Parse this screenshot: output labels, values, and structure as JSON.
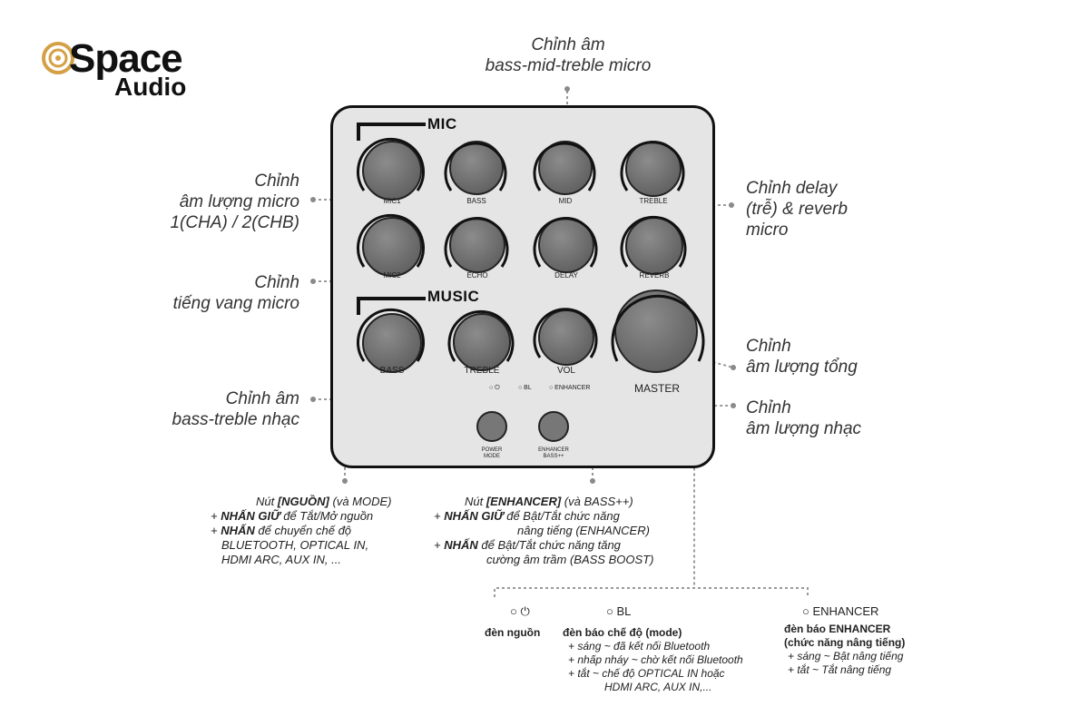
{
  "logo": {
    "brand_top": "Space",
    "brand_bottom": "Audio"
  },
  "panel": {
    "mic_title": "MIC",
    "music_title": "MUSIC",
    "knobs": {
      "mic1": "MIC1",
      "bass": "BASS",
      "mid": "MID",
      "treble": "TREBLE",
      "mic2": "MIC2",
      "echo": "ECHO",
      "delay": "DELAY",
      "reverb": "REVERB",
      "music_bass": "BASS",
      "music_treble": "TREBLE",
      "vol": "VOL",
      "master": "MASTER"
    },
    "leds": {
      "power": "○ ⏻",
      "bl": "○ BL",
      "enhancer": "○ ENHANCER"
    },
    "buttons": {
      "power_line1": "POWER",
      "power_line2": "MODE",
      "enh_line1": "ENHANCER",
      "enh_line2": "BASS++"
    }
  },
  "callouts": {
    "top_line1": "Chỉnh âm",
    "top_line2": "bass-mid-treble micro",
    "mic_vol_line1": "Chỉnh",
    "mic_vol_line2": "âm lượng micro",
    "mic_vol_line3": "1(CHA) / 2(CHB)",
    "echo_line1": "Chỉnh",
    "echo_line2": "tiếng vang micro",
    "delay_line1": "Chỉnh delay",
    "delay_line2": "(trễ) & reverb",
    "delay_line3": "micro",
    "master_line1": "Chỉnh",
    "master_line2": "âm lượng tổng",
    "music_bt_line1": "Chỉnh âm",
    "music_bt_line2": "bass-treble nhạc",
    "music_vol_line1": "Chỉnh",
    "music_vol_line2": "âm lượng nhạc"
  },
  "power_desc": {
    "title_a": "Nút ",
    "title_b": "[NGUỒN]",
    "title_c": " (và MODE)",
    "l1_a": "+ ",
    "l1_b": "NHẤN GIỮ",
    "l1_c": " để Tắt/Mở nguồn",
    "l2_a": "+ ",
    "l2_b": "NHẤN",
    "l2_c": " để chuyển chế độ",
    "l3": "BLUETOOTH, OPTICAL IN,",
    "l4": "HDMI ARC, AUX IN, ..."
  },
  "enh_desc": {
    "title_a": "Nút ",
    "title_b": "[ENHANCER]",
    "title_c": " (và BASS++)",
    "l1_a": "+ ",
    "l1_b": "NHẤN GIỮ",
    "l1_c": " để Bật/Tắt chức năng",
    "l2": "nâng tiếng (ENHANCER)",
    "l3_a": "+ ",
    "l3_b": "NHẤN",
    "l3_c": " để Bật/Tắt chức năng tăng",
    "l4": "cường âm trầm (BASS BOOST)"
  },
  "indicators": {
    "power_sym": "○ ⏻",
    "power_label": "đèn nguồn",
    "bl_sym": "○ BL",
    "bl_label": "đèn báo chế độ (mode)",
    "bl_1": "+ sáng ~ đã kết nối Bluetooth",
    "bl_2": "+ nhấp nháy ~ chờ kết nối Bluetooth",
    "bl_3": "+ tắt ~ chế độ OPTICAL IN hoặc",
    "bl_4": "HDMI ARC, AUX IN,...",
    "enh_sym": "○ ENHANCER",
    "enh_label1": "đèn báo ENHANCER",
    "enh_label2": "(chức năng nâng tiếng)",
    "enh_1": "+ sáng ~ Bật nâng tiếng",
    "enh_2": "+ tắt ~ Tắt nâng tiếng"
  },
  "colors": {
    "panel_bg": "#e5e5e5",
    "knob": "#777777",
    "dotted_line": "#999999",
    "logo_ring": "#d4a046"
  }
}
